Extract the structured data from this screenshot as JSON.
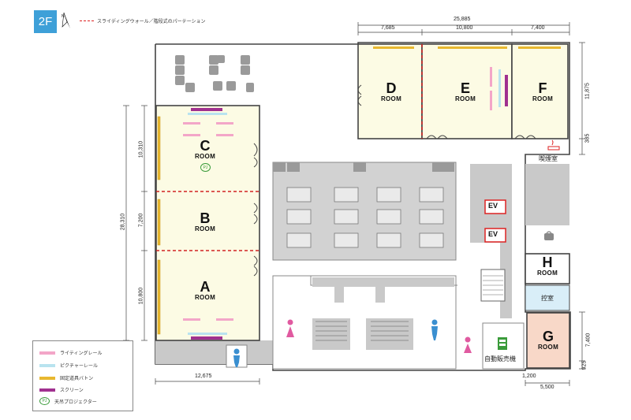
{
  "header": {
    "floor_label": "2F",
    "partition_legend": "スライディングウォール／階段式のパーテーション"
  },
  "dimensions": {
    "top_total": "25,885",
    "top_d": "7,685",
    "top_e": "10,800",
    "top_f": "7,400",
    "right_def": "11,875",
    "right_small": "385",
    "left_c": "10,310",
    "left_b": "7,200",
    "left_a": "10,800",
    "left_total": "28,310",
    "bottom_left": "12,675",
    "bottom_g": "5,500",
    "bottom_gap": "1,200",
    "right_g": "7,400",
    "right_g_small": "925"
  },
  "rooms": {
    "a": {
      "letter": "A",
      "word": "ROOM"
    },
    "b": {
      "letter": "B",
      "word": "ROOM"
    },
    "c": {
      "letter": "C",
      "word": "ROOM",
      "projector_mark": "PJ"
    },
    "d": {
      "letter": "D",
      "word": "ROOM"
    },
    "e": {
      "letter": "E",
      "word": "ROOM"
    },
    "f": {
      "letter": "F",
      "word": "ROOM"
    },
    "g": {
      "letter": "G",
      "word": "ROOM"
    },
    "h": {
      "letter": "H",
      "word": "ROOM"
    }
  },
  "facilities": {
    "smoking_room": "喫煙室",
    "waiting_room": "控室",
    "vending": "自動販売機",
    "elevator_1": "EV",
    "elevator_2": "EV"
  },
  "legend": {
    "items": [
      {
        "label": "ライティングレール",
        "color": "#f3a6c8"
      },
      {
        "label": "ピクチャーレール",
        "color": "#b9e3ef"
      },
      {
        "label": "固定道具バトン",
        "color": "#e8b830"
      },
      {
        "label": "スクリーン",
        "color": "#a0318f"
      },
      {
        "label": "天吊プロジェクター",
        "color": "#3a9b3a"
      }
    ],
    "projector_mark": "PJ"
  },
  "colors": {
    "accent_blue": "#3ea0d8",
    "room_cream": "#fcfbe4",
    "room_g": "#f8d8c8",
    "room_waiting": "#d9eef8",
    "gray_furniture": "#9a9a9a",
    "dashed_partition": "#d22222"
  }
}
